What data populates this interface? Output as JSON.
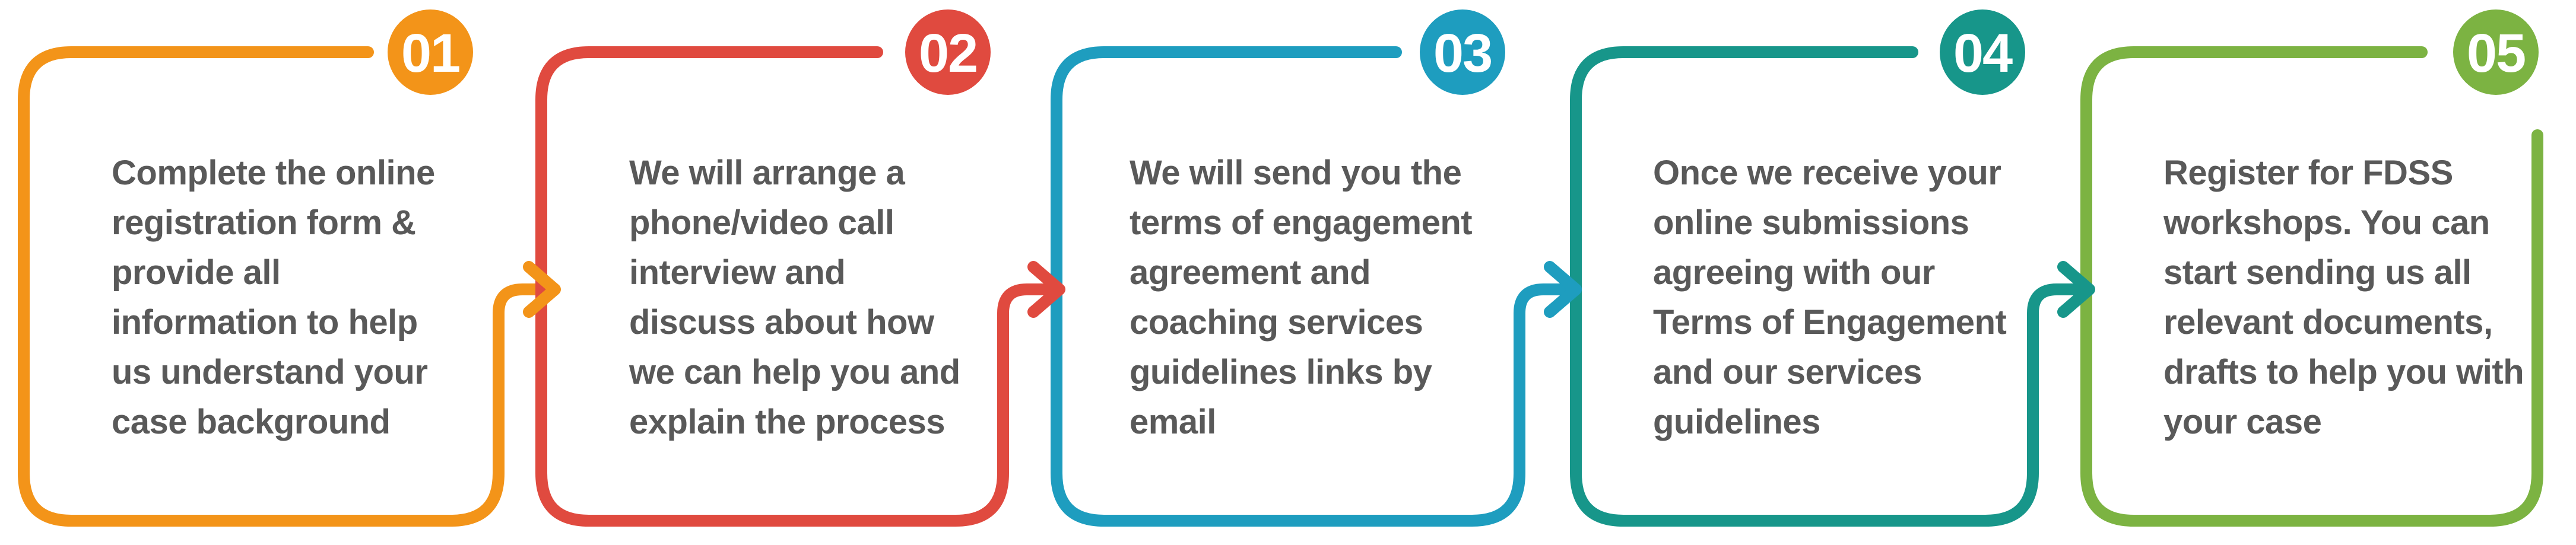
{
  "steps": [
    {
      "number": "01",
      "color": "#f39419",
      "lines": [
        "Complete the online",
        "registration form &",
        "provide all",
        "information to help",
        "us understand your",
        "case background"
      ]
    },
    {
      "number": "02",
      "color": "#e04a3f",
      "lines": [
        "We will arrange a",
        "phone/video call",
        "interview and",
        "discuss about how",
        "we can help you and",
        "explain the process"
      ]
    },
    {
      "number": "03",
      "color": "#1e9dbf",
      "lines": [
        "We will send you the",
        "terms of engagement",
        "agreement and",
        "coaching services",
        "guidelines links by",
        "email"
      ]
    },
    {
      "number": "04",
      "color": "#17968a",
      "lines": [
        "Once we receive your",
        "online submissions",
        "agreeing with our",
        "Terms of Engagement",
        "and our services",
        "guidelines"
      ]
    },
    {
      "number": "05",
      "color": "#7cb342",
      "lines": [
        "Register for FDSS",
        "workshops. You can",
        "start sending us all",
        "relevant documents,",
        "drafts to help you with",
        "your case"
      ]
    }
  ]
}
